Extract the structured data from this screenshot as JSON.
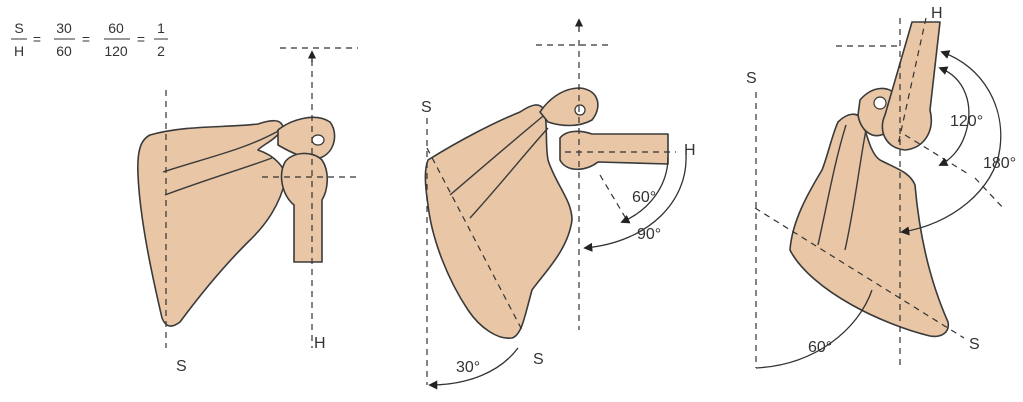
{
  "formula": {
    "s_num": "S",
    "s_den": "H",
    "a_num": "30",
    "a_den": "60",
    "b_num": "60",
    "b_den": "120",
    "c_num": "1",
    "c_den": "2",
    "equals": "="
  },
  "panel1": {
    "s_label": "S",
    "h_label": "H"
  },
  "panel2": {
    "s_label": "S",
    "h_label": "H",
    "angle_scapula": "30°",
    "angle_inner": "60°",
    "angle_outer": "90°"
  },
  "panel3": {
    "s_label": "S",
    "s_top_label": "S",
    "h_label": "H",
    "angle_scapula": "60°",
    "angle_inner": "120°",
    "angle_outer": "180°"
  }
}
